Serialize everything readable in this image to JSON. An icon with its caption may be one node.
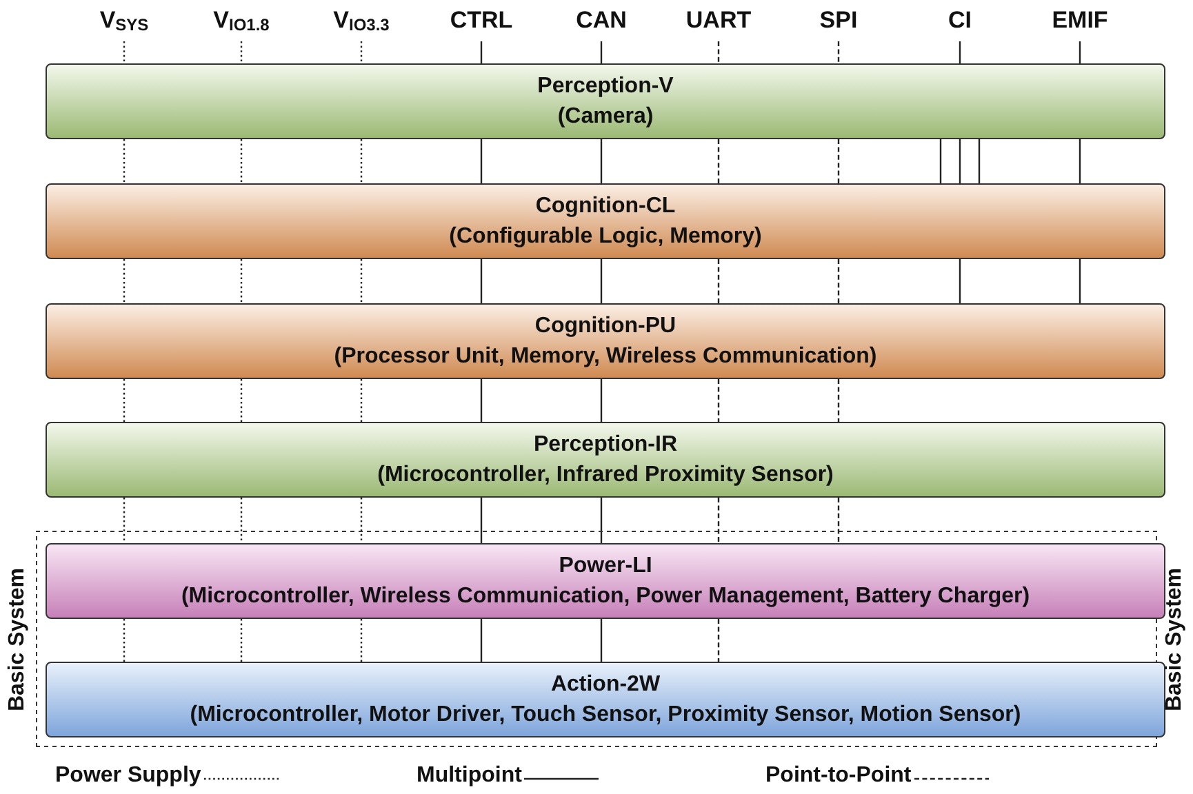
{
  "diagram": {
    "nodes": [
      {
        "text": [
          "V$_{SYS}$"
        ]
      },
      {
        "text": [
          "V$_{IO1.8}$"
        ]
      },
      {
        "text": [
          "V$_{IO3.3}$"
        ]
      },
      {
        "text": [
          "CTRL"
        ]
      },
      {
        "text": [
          "CAN"
        ]
      },
      {
        "text": [
          "UART"
        ]
      },
      {
        "text": [
          "SPI"
        ]
      },
      {
        "text": [
          "CI"
        ]
      },
      {
        "text": [
          "EMIF"
        ]
      },
      {
        "text": [
          "Perception-V",
          "(Camera)"
        ]
      },
      {
        "text": [
          "Cognition-CL",
          "(Configurable Logic, Memory)"
        ]
      },
      {
        "text": [
          "Cognition-PU",
          "(Processor Unit, Memory, Wireless Communication)"
        ]
      },
      {
        "text": [
          "Perception-IR",
          "(Microcontroller, Infrared Proximity Sensor)"
        ]
      },
      {
        "text": [
          "Basic System",
          "Basic System"
        ]
      },
      {
        "text": [
          "Power-LI",
          "(Microcontroller, Wireless Communication, Power Management, Battery Charger)"
        ],
        "in": 13
      },
      {
        "text": [
          "Action-2W",
          "(Microcontroller, Motor Driver, Touch Sensor, Proximity Sensor, Motion Sensor)"
        ],
        "in": 13
      }
    ],
    "edges": [
      {
        "from": 0,
        "to": 9,
        "arrow": "none",
        "style": "dashed"
      },
      {
        "from": 1,
        "to": 9,
        "arrow": "none",
        "style": "dashed"
      },
      {
        "from": 2,
        "to": 9,
        "arrow": "none",
        "style": "dashed"
      },
      {
        "from": 3,
        "to": 9,
        "arrow": "none"
      },
      {
        "from": 4,
        "to": 9,
        "arrow": "none"
      },
      {
        "from": 5,
        "to": 9,
        "arrow": "none",
        "style": "dashed"
      },
      {
        "from": 6,
        "to": 9,
        "arrow": "none",
        "style": "dashed"
      },
      {
        "from": 7,
        "to": 9,
        "arrow": "none"
      },
      {
        "from": 8,
        "to": 9,
        "arrow": "none"
      },
      {
        "from": 9,
        "to": 10,
        "arrow": "none",
        "style": "dashed"
      },
      {
        "from": 9,
        "to": 10,
        "arrow": "none",
        "style": "dashed"
      },
      {
        "from": 9,
        "to": 10,
        "arrow": "none",
        "style": "dashed"
      },
      {
        "from": 9,
        "to": 10,
        "arrow": "none"
      },
      {
        "from": 9,
        "to": 10,
        "arrow": "none"
      },
      {
        "from": 9,
        "to": 10,
        "arrow": "none",
        "style": "dashed"
      },
      {
        "from": 9,
        "to": 10,
        "arrow": "none",
        "style": "dashed"
      },
      {
        "from": 9,
        "to": 10,
        "arrow": "none"
      },
      {
        "from": 9,
        "to": 10,
        "arrow": "none"
      },
      {
        "from": 9,
        "to": 10,
        "arrow": "none"
      },
      {
        "from": 9,
        "to": 10,
        "arrow": "none"
      },
      {
        "from": 10,
        "to": 11,
        "arrow": "none",
        "style": "dashed"
      },
      {
        "from": 10,
        "to": 11,
        "arrow": "none",
        "style": "dashed"
      },
      {
        "from": 10,
        "to": 11,
        "arrow": "none",
        "style": "dashed"
      },
      {
        "from": 10,
        "to": 11,
        "arrow": "none"
      },
      {
        "from": 10,
        "to": 11,
        "arrow": "none"
      },
      {
        "from": 10,
        "to": 11,
        "arrow": "none",
        "style": "dashed"
      },
      {
        "from": 10,
        "to": 11,
        "arrow": "none",
        "style": "dashed"
      },
      {
        "from": 10,
        "to": 11,
        "arrow": "none"
      },
      {
        "from": 10,
        "to": 11,
        "arrow": "none"
      },
      {
        "from": 11,
        "to": 12,
        "arrow": "none",
        "style": "dashed"
      },
      {
        "from": 11,
        "to": 12,
        "arrow": "none",
        "style": "dashed"
      },
      {
        "from": 11,
        "to": 12,
        "arrow": "none",
        "style": "dashed"
      },
      {
        "from": 11,
        "to": 12,
        "arrow": "none"
      },
      {
        "from": 11,
        "to": 12,
        "arrow": "none"
      },
      {
        "from": 11,
        "to": 12,
        "arrow": "none",
        "style": "dashed"
      },
      {
        "from": 11,
        "to": 12,
        "arrow": "none",
        "style": "dashed"
      },
      {
        "from": 12,
        "to": 14,
        "arrow": "none",
        "style": "dashed"
      },
      {
        "from": 12,
        "to": 14,
        "arrow": "none",
        "style": "dashed"
      },
      {
        "from": 12,
        "to": 14,
        "arrow": "none",
        "style": "dashed"
      },
      {
        "from": 12,
        "to": 14,
        "arrow": "none"
      },
      {
        "from": 12,
        "to": 14,
        "arrow": "none"
      },
      {
        "from": 12,
        "to": 14,
        "arrow": "none",
        "style": "dashed"
      },
      {
        "from": 12,
        "to": 14,
        "arrow": "none",
        "style": "dashed"
      },
      {
        "from": 14,
        "to": 15,
        "arrow": "none",
        "style": "dashed"
      },
      {
        "from": 14,
        "to": 15,
        "arrow": "none",
        "style": "dashed"
      },
      {
        "from": 14,
        "to": 15,
        "arrow": "none",
        "style": "dashed"
      },
      {
        "from": 14,
        "to": 15,
        "arrow": "none"
      },
      {
        "from": 14,
        "to": 15,
        "arrow": "none"
      },
      {
        "from": 14,
        "to": 15,
        "arrow": "none",
        "style": "dashed"
      }
    ],
    "legend": [
      {
        "text": "Power Supply"
      },
      {
        "text": "Multipoint"
      },
      {
        "text": "Point-to-Point"
      }
    ]
  }
}
